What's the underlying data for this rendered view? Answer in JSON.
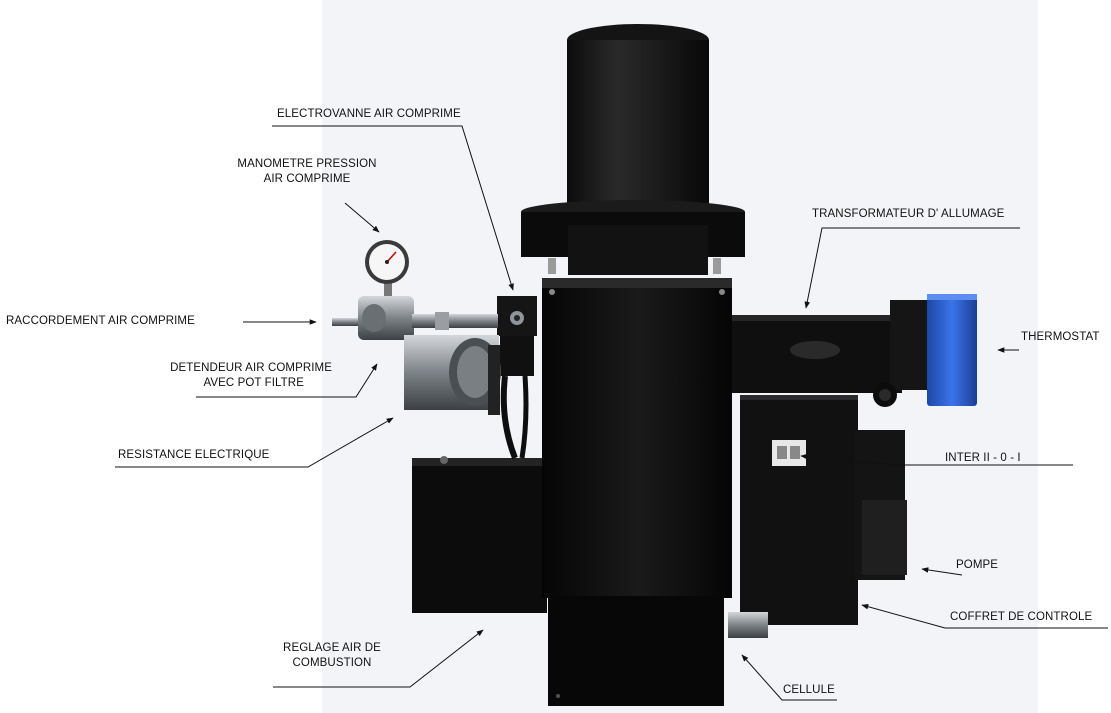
{
  "labels": {
    "electrovanne": "ELECTROVANNE AIR COMPRIME",
    "manometre_l1": "MANOMETRE PRESSION",
    "manometre_l2": "AIR COMPRIME",
    "raccordement": "RACCORDEMENT AIR COMPRIME",
    "detendeur_l1": "DETENDEUR AIR COMPRIME",
    "detendeur_l2": "AVEC POT FILTRE",
    "resistance": "RESISTANCE ELECTRIQUE",
    "reglage_l1": "REGLAGE  AIR DE",
    "reglage_l2": "COMBUSTION",
    "transformateur": "TRANSFORMATEUR D' ALLUMAGE",
    "thermostat": "THERMOSTAT",
    "inter": "INTER II - 0  - I",
    "pompe": "POMPE",
    "coffret": "COFFRET DE CONTROLE",
    "cellule": "CELLULE"
  },
  "colors": {
    "background": "#ffffff",
    "photo_backdrop": "#f4f5f9",
    "burner_body": "#0a0a0a",
    "thermostat_blue": "#2a5fd0",
    "metal": "#8a8f94",
    "leader_line": "#111111"
  }
}
